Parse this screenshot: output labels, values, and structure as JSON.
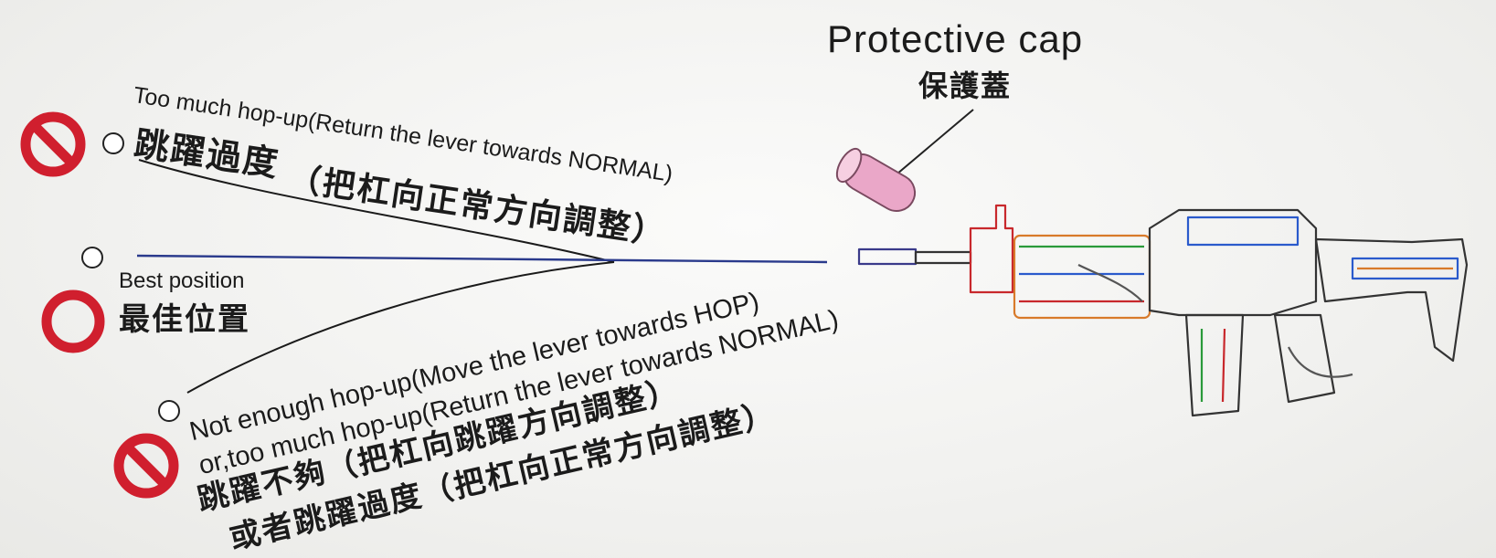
{
  "cap": {
    "en": "Protective cap",
    "zh": "保護蓋"
  },
  "top": {
    "en": "Too much hop-up(Return the lever towards NORMAL)",
    "zh_main": "跳躍過度",
    "zh_paren": "（把杠向正常方向調整）"
  },
  "middle": {
    "en": "Best position",
    "zh": "最佳位置"
  },
  "bottom": {
    "en1": "Not enough hop-up(Move the lever towards HOP)",
    "en2": "or,too much hop-up(Return the lever towards NORMAL)",
    "zh1": "跳躍不夠（把杠向跳躍方向調整）",
    "zh2": "或者跳躍過度（把杠向正常方向調整）"
  },
  "colors": {
    "prohibited": "#d01f2e",
    "ok": "#d01f2e",
    "cap": "#e9a3c7",
    "line_blue": "#2a3a8c"
  },
  "icons": {
    "wrong": "prohibited-icon",
    "right": "circle-ok-icon",
    "cap": "protective-cap-icon",
    "rifle": "rifle-icon"
  }
}
